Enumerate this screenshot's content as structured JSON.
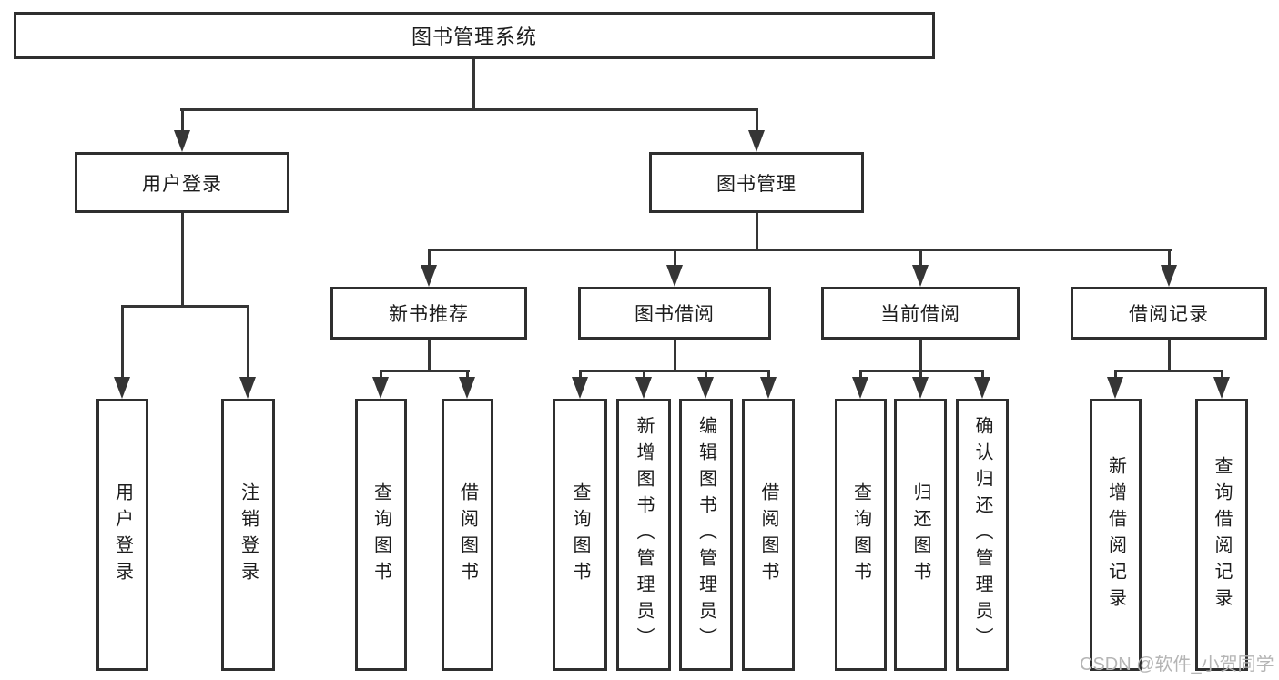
{
  "diagram": {
    "title": "图书管理系统",
    "root_label": "图书管理系统",
    "branches": {
      "user_login": {
        "label": "用户登录",
        "children": [
          "用户登录",
          "注销登录"
        ]
      },
      "book_management": {
        "label": "图书管理",
        "sections": [
          {
            "label": "新书推荐",
            "children": [
              "查询图书",
              "借阅图书"
            ]
          },
          {
            "label": "图书借阅",
            "children": [
              "查询图书",
              "新增图书（管理员）",
              "编辑图书（管理员）",
              "借阅图书"
            ]
          },
          {
            "label": "当前借阅",
            "children": [
              "查询图书",
              "归还图书",
              "确认归还（管理员）"
            ]
          },
          {
            "label": "借阅记录",
            "children": [
              "新增借阅记录",
              "查询借阅记录"
            ]
          }
        ]
      }
    }
  },
  "watermark": {
    "text": "CSDN @软件_小贺同学",
    "color": "#b5b5b5"
  },
  "colors": {
    "line": "#353535",
    "border": "#2f2f2f",
    "text": "#1c1c1c",
    "background": "#ffffff"
  }
}
